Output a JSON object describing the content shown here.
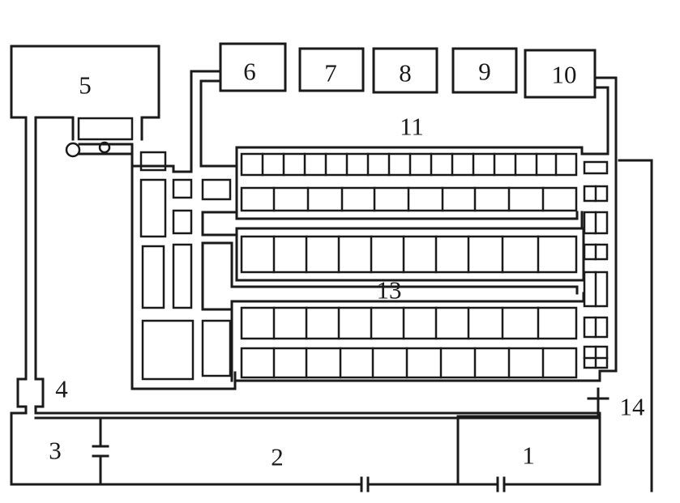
{
  "labels": {
    "n1": "1",
    "n2": "2",
    "n3": "3",
    "n4": "4",
    "n5": "5",
    "n6": "6",
    "n7": "7",
    "n8": "8",
    "n9": "9",
    "n10": "10",
    "n11": "11",
    "n13": "13",
    "n14": "14"
  }
}
